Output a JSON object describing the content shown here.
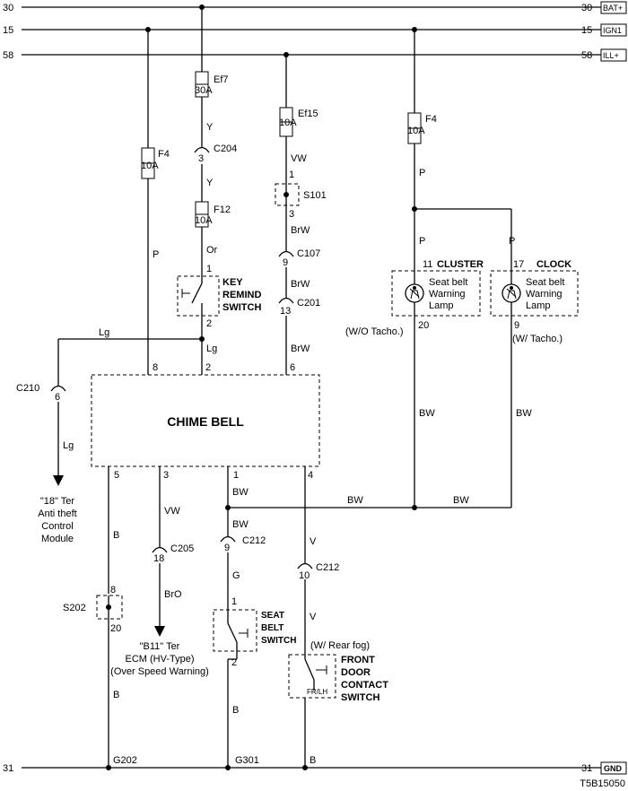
{
  "buses": [
    {
      "left": "30",
      "right": "30",
      "tag": "BAT+"
    },
    {
      "left": "15",
      "right": "15",
      "tag": "IGN1"
    },
    {
      "left": "58",
      "right": "58",
      "tag": "ILL+"
    }
  ],
  "ground": {
    "left": "31",
    "right": "31",
    "tag": "GND"
  },
  "figure_code": "T5B15050",
  "fuses": {
    "ef7": {
      "name": "Ef7",
      "rating": "30A"
    },
    "ef15": {
      "name": "Ef15",
      "rating": "10A"
    },
    "f4_left": {
      "name": "F4",
      "rating": "10A"
    },
    "f4_right": {
      "name": "F4",
      "rating": "10A"
    },
    "f12": {
      "name": "F12",
      "rating": "10A"
    }
  },
  "connectors": {
    "c204": {
      "name": "C204",
      "pin": "3"
    },
    "c107": {
      "name": "C107",
      "pin": "9"
    },
    "c201": {
      "name": "C201",
      "pin": "13"
    },
    "c210": {
      "name": "C210",
      "pin": "6"
    },
    "c205": {
      "name": "C205",
      "pin": "18"
    },
    "c212_a": {
      "name": "C212",
      "pin": "9"
    },
    "c212_b": {
      "name": "C212",
      "pin": "10"
    }
  },
  "splices": {
    "s101": {
      "name": "S101",
      "pin_top": "1",
      "pin_bottom": "3"
    },
    "s202": {
      "name": "S202",
      "pin_top": "8",
      "pin_bottom": "20"
    }
  },
  "grounds": {
    "g202": "G202",
    "g301": "G301"
  },
  "wires": {
    "y1": "Y",
    "y2": "Y",
    "or": "Or",
    "lg1": "Lg",
    "lg2": "Lg",
    "lg3": "Lg",
    "vw1": "VW",
    "brw1": "BrW",
    "brw2": "BrW",
    "brw3": "BrW",
    "p_left": "P",
    "p_right_a": "P",
    "p_right_b": "P",
    "p_clock": "P",
    "bw_cluster": "BW",
    "bw_clock": "BW",
    "bw_chime": "BW",
    "bw_h1": "BW",
    "bw_h2": "BW",
    "bw_down": "BW",
    "b_5": "B",
    "b_5b": "B",
    "vw_3": "VW",
    "bro": "BrO",
    "g": "G",
    "b_seat": "B",
    "v1": "V",
    "v2": "V",
    "b_gnd": "B"
  },
  "key_switch": {
    "line1": "KEY",
    "line2": "REMIND",
    "line3": "SWITCH",
    "pin_top": "1",
    "pin_bottom": "2"
  },
  "chime": {
    "label": "CHIME BELL",
    "pins_top": [
      "8",
      "2",
      "6"
    ],
    "pins_bottom": [
      "5",
      "3",
      "1",
      "4"
    ]
  },
  "cluster": {
    "title": "CLUSTER",
    "pin_top": "11",
    "pin_bottom": "20",
    "line1": "Seat belt",
    "line2": "Warning",
    "line3": "Lamp",
    "note": "(W/O Tacho.)"
  },
  "clock": {
    "title": "CLOCK",
    "pin_top": "17",
    "pin_bottom": "9",
    "line1": "Seat belt",
    "line2": "Warning",
    "line3": "Lamp",
    "note": "(W/ Tacho.)"
  },
  "antitheft": {
    "line1": "\"18\" Ter",
    "line2": "Anti theft",
    "line3": "Control",
    "line4": "Module"
  },
  "ecm": {
    "line1": "\"B11\" Ter",
    "line2": "ECM (HV-Type)",
    "line3": "(Over Speed Warning)"
  },
  "seat_switch": {
    "line1": "SEAT",
    "line2": "BELT",
    "line3": "SWITCH",
    "pin_top": "1",
    "pin_bottom": "2"
  },
  "door_switch": {
    "note": "(W/ Rear fog)",
    "line1": "FRONT",
    "line2": "DOOR",
    "line3": "CONTACT",
    "line4": "SWITCH",
    "pos": "FR/LH"
  }
}
